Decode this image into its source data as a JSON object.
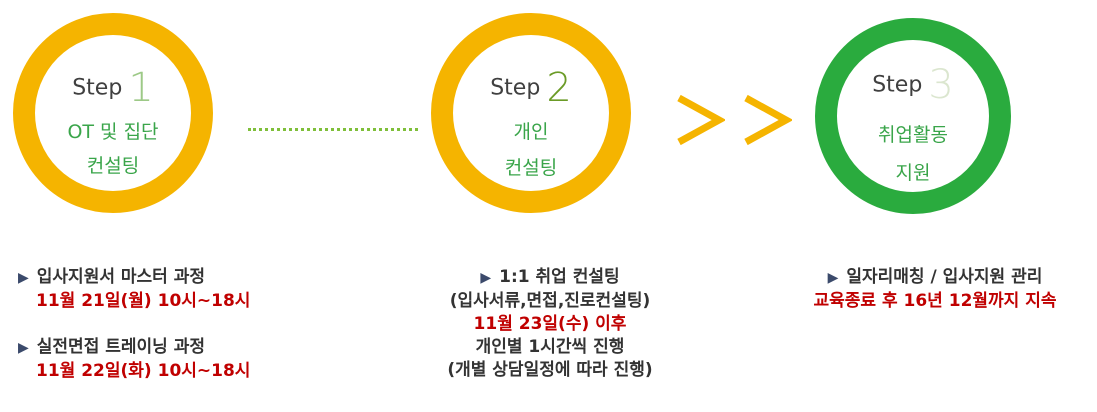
{
  "steps": [
    {
      "step_word": "Step",
      "number": "1",
      "lines": [
        "OT 및 집단",
        "컨설팅"
      ],
      "ring_color": "#f5b400"
    },
    {
      "step_word": "Step",
      "number": "2",
      "lines": [
        "개인",
        "컨설팅"
      ],
      "ring_color": "#f5b400"
    },
    {
      "step_word": "Step",
      "number": "3",
      "lines": [
        "취업활동",
        "지원"
      ],
      "ring_color": "#2aab3e"
    }
  ],
  "details": {
    "step1": [
      {
        "title": "입사지원서 마스터 과정",
        "date": "11월 21일(월) 10시~18시"
      },
      {
        "title": "실전면접 트레이닝 과정",
        "date": "11월 22일(화) 10시~18시"
      }
    ],
    "step2": {
      "title": "1:1 취업 컨설팅",
      "subtitle": "(입사서류,면접,진로컨설팅)",
      "date": "11월 23일(수) 이후",
      "note1": "개인별 1시간씩 진행",
      "note2": "(개별 상담일정에 따라 진행)"
    },
    "step3": {
      "title": "일자리매칭 / 입사지원 관리",
      "note": "교육종료 후 16년 12월까지 지속"
    }
  },
  "colors": {
    "yellow": "#f5b400",
    "green": "#2aab3e",
    "red": "#c00000",
    "line_green": "#3aa54a"
  },
  "icons": {
    "bullet": "triangle-right-icon",
    "arrow": "chevron-right-icon"
  }
}
